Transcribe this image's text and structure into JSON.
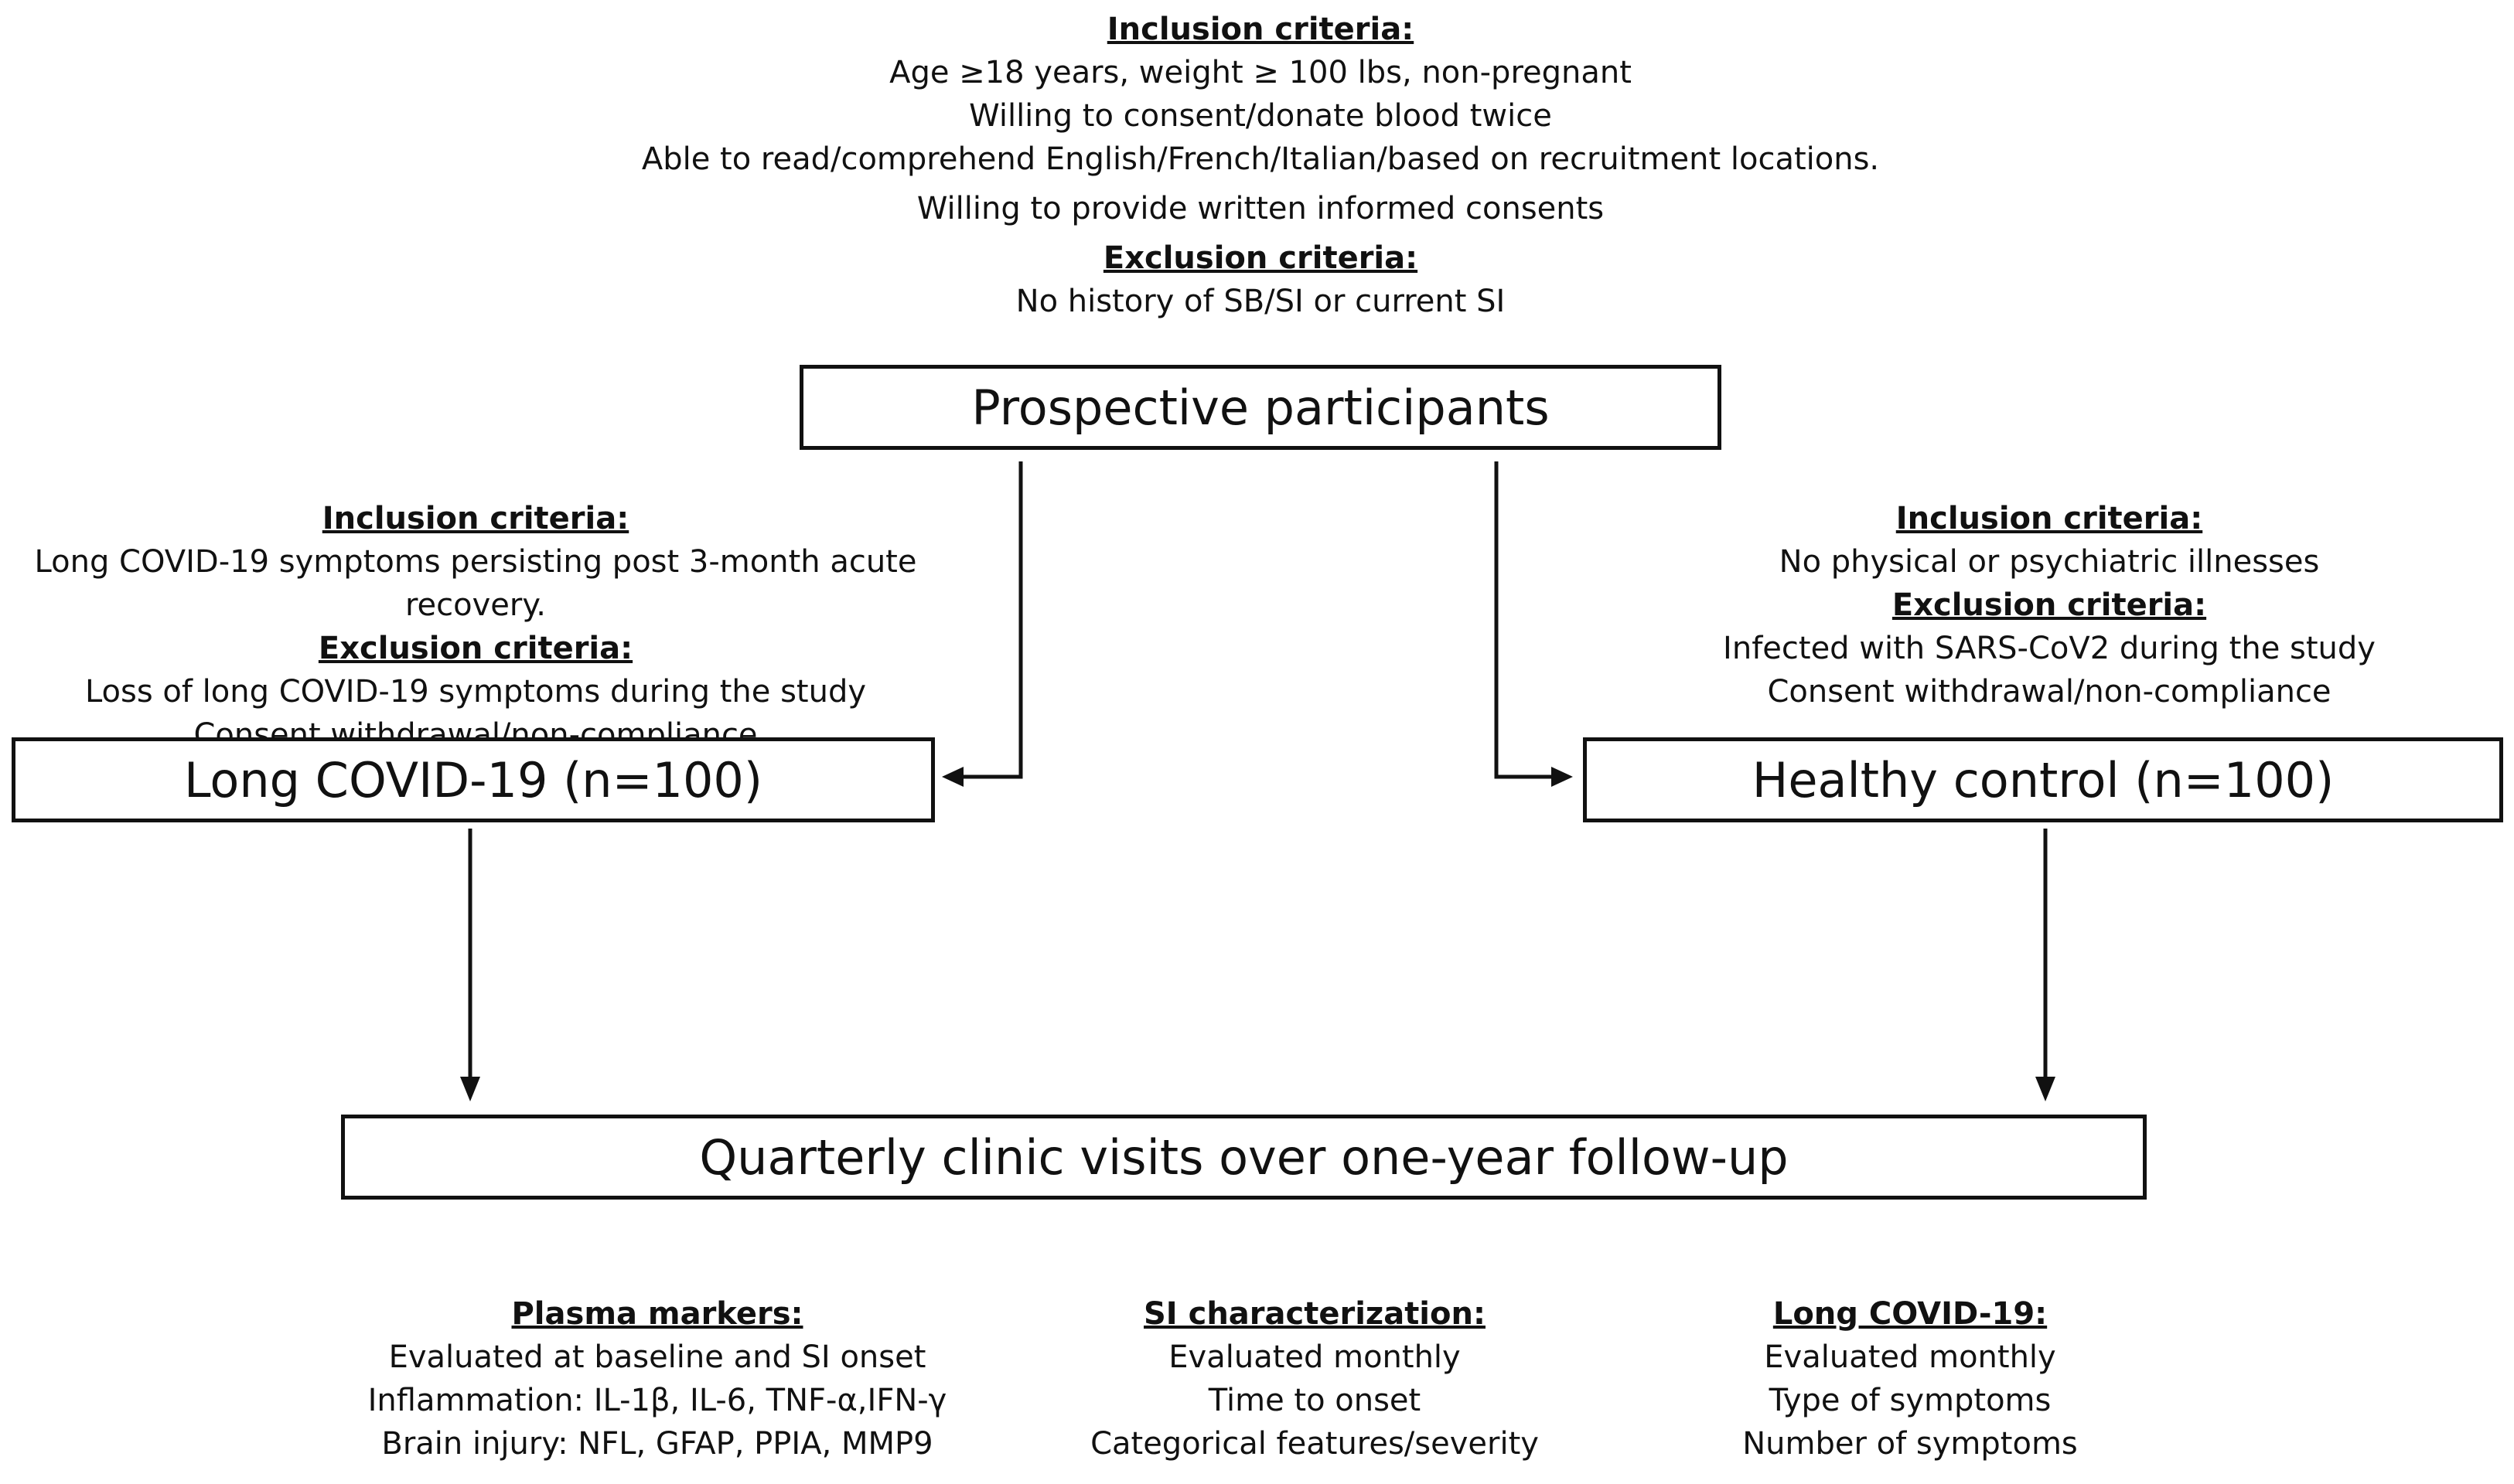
{
  "top_criteria": {
    "inclusion_heading": "Inclusion criteria:",
    "inclusion_lines": [
      "Age ≥18 years, weight ≥ 100 lbs, non-pregnant",
      "Willing to consent/donate blood twice",
      "Able to read/comprehend English/French/Italian/based on recruitment locations.",
      "Willing to provide written informed consents"
    ],
    "exclusion_heading": "Exclusion criteria:",
    "exclusion_lines": [
      "No history of SB/SI or current SI"
    ]
  },
  "boxes": {
    "prospective": "Prospective participants",
    "long_covid": "Long COVID-19 (n=100)",
    "healthy": "Healthy control (n=100)",
    "quarterly": "Quarterly clinic visits over one-year follow-up"
  },
  "left_criteria": {
    "inclusion_heading": "Inclusion criteria:",
    "inclusion_lines": [
      "Long COVID-19 symptoms persisting post 3-month acute",
      "recovery."
    ],
    "exclusion_heading": "Exclusion criteria:",
    "exclusion_lines": [
      "Loss of long COVID-19 symptoms during the study",
      "Consent withdrawal/non-compliance"
    ]
  },
  "right_criteria": {
    "inclusion_heading": "Inclusion criteria:",
    "inclusion_lines": [
      "No physical or psychiatric illnesses"
    ],
    "exclusion_heading": "Exclusion criteria:",
    "exclusion_lines": [
      "Infected with SARS-CoV2 during the study",
      "Consent withdrawal/non-compliance"
    ]
  },
  "outcomes": {
    "plasma": {
      "heading": "Plasma markers:",
      "lines": [
        "Evaluated at baseline and SI onset",
        "Inflammation: IL-1β, IL-6, TNF-α,IFN-γ",
        "Brain injury: NFL, GFAP, PPIA, MMP9"
      ]
    },
    "si": {
      "heading": "SI characterization:",
      "lines": [
        "Evaluated monthly",
        "Time to onset",
        "Categorical features/severity"
      ]
    },
    "long_covid": {
      "heading": "Long COVID-19:",
      "lines": [
        "Evaluated monthly",
        "Type of symptoms",
        "Number of symptoms"
      ]
    }
  }
}
